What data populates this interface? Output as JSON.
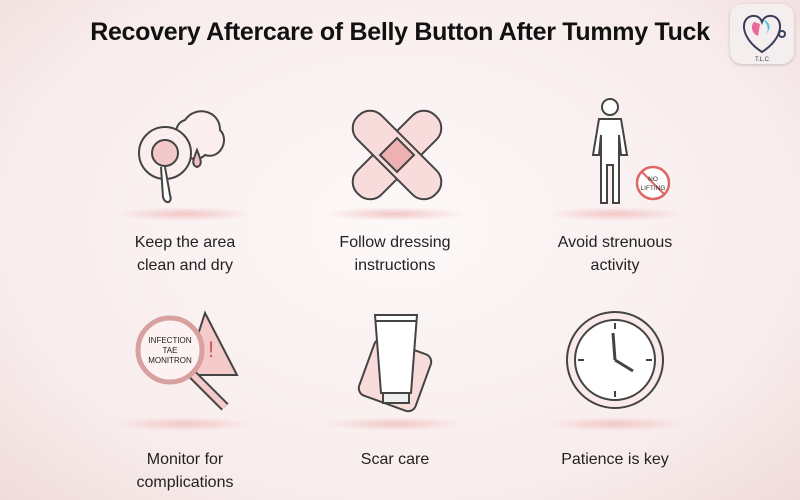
{
  "title": "Recovery Aftercare of Belly Button After Tummy Tuck",
  "logo": {
    "text": "T.L.C",
    "colors": [
      "#e86a9a",
      "#5bc0e8",
      "#3a3f5c"
    ]
  },
  "accent_color": "#e8a0a8",
  "items": [
    {
      "label_line1": "Keep the area",
      "label_line2": "clean and dry",
      "icon": "cotton-pads-icon"
    },
    {
      "label_line1": "Follow dressing",
      "label_line2": "instructions",
      "icon": "bandage-icon"
    },
    {
      "label_line1": "Avoid strenuous",
      "label_line2": "activity",
      "icon": "no-lifting-icon",
      "icon_text": "NO LIFTING"
    },
    {
      "label_line1": "Monitor for",
      "label_line2": "complications",
      "icon": "magnifier-warning-icon",
      "icon_text": "INFECTION TAE MONITRON"
    },
    {
      "label_line1": "Scar care",
      "label_line2": "",
      "icon": "scar-cream-icon"
    },
    {
      "label_line1": "Patience is key",
      "label_line2": "",
      "icon": "clock-icon"
    }
  ]
}
